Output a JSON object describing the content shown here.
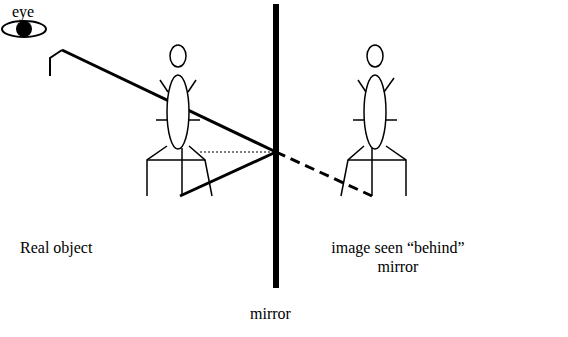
{
  "diagram": {
    "labels": [
      "eye",
      "Real object",
      "image seen “behind” mirror",
      "mirror"
    ]
  }
}
